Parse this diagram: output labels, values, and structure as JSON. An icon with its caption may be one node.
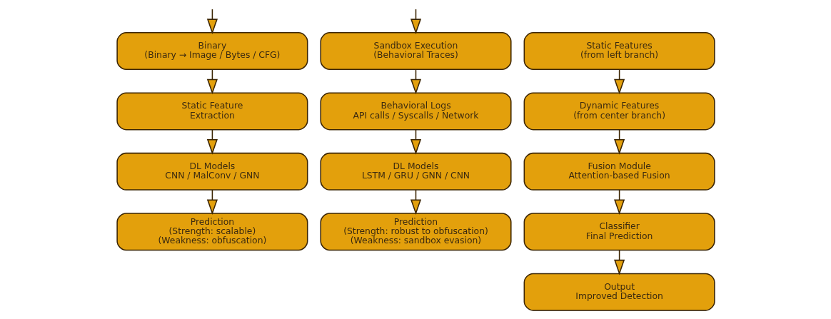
{
  "diagram": {
    "nodes": [
      {
        "text": [
          "Binary",
          "(Binary → Image / Bytes / CFG)"
        ]
      },
      {
        "text": [
          "Static Feature",
          "Extraction"
        ]
      },
      {
        "text": [
          "DL Models",
          "CNN / MalConv / GNN"
        ]
      },
      {
        "text": [
          "Prediction",
          "(Strength: scalable)",
          "(Weakness: obfuscation)"
        ]
      },
      {
        "text": [
          "Sandbox Execution",
          "(Behavioral Traces)"
        ]
      },
      {
        "text": [
          "Behavioral Logs",
          "API calls / Syscalls / Network"
        ]
      },
      {
        "text": [
          "DL Models",
          "LSTM / GRU / GNN / CNN"
        ]
      },
      {
        "text": [
          "Prediction",
          "(Strength: robust to obfuscation)",
          "(Weakness: sandbox evasion)"
        ]
      },
      {
        "text": [
          "Static Features",
          "(from left branch)"
        ]
      },
      {
        "text": [
          "Dynamic Features",
          "(from center branch)"
        ]
      },
      {
        "text": [
          "Fusion Module",
          "Attention-based Fusion"
        ]
      },
      {
        "text": [
          "Classifier",
          "Final Prediction"
        ]
      },
      {
        "text": [
          "Output",
          "Improved Detection"
        ]
      }
    ],
    "edges": [
      {
        "from": null,
        "to": 0,
        "arrow": "to"
      },
      {
        "from": 0,
        "to": 1,
        "arrow": "to"
      },
      {
        "from": 1,
        "to": 2,
        "arrow": "to"
      },
      {
        "from": 2,
        "to": 3,
        "arrow": "to"
      },
      {
        "from": null,
        "to": 4,
        "arrow": "to"
      },
      {
        "from": 4,
        "to": 5,
        "arrow": "to"
      },
      {
        "from": 5,
        "to": 6,
        "arrow": "to"
      },
      {
        "from": 6,
        "to": 7,
        "arrow": "to"
      },
      {
        "from": 8,
        "to": 9,
        "arrow": "to"
      },
      {
        "from": 9,
        "to": 10,
        "arrow": "to"
      },
      {
        "from": 10,
        "to": 11,
        "arrow": "to"
      },
      {
        "from": 11,
        "to": 12,
        "arrow": "to"
      }
    ]
  }
}
